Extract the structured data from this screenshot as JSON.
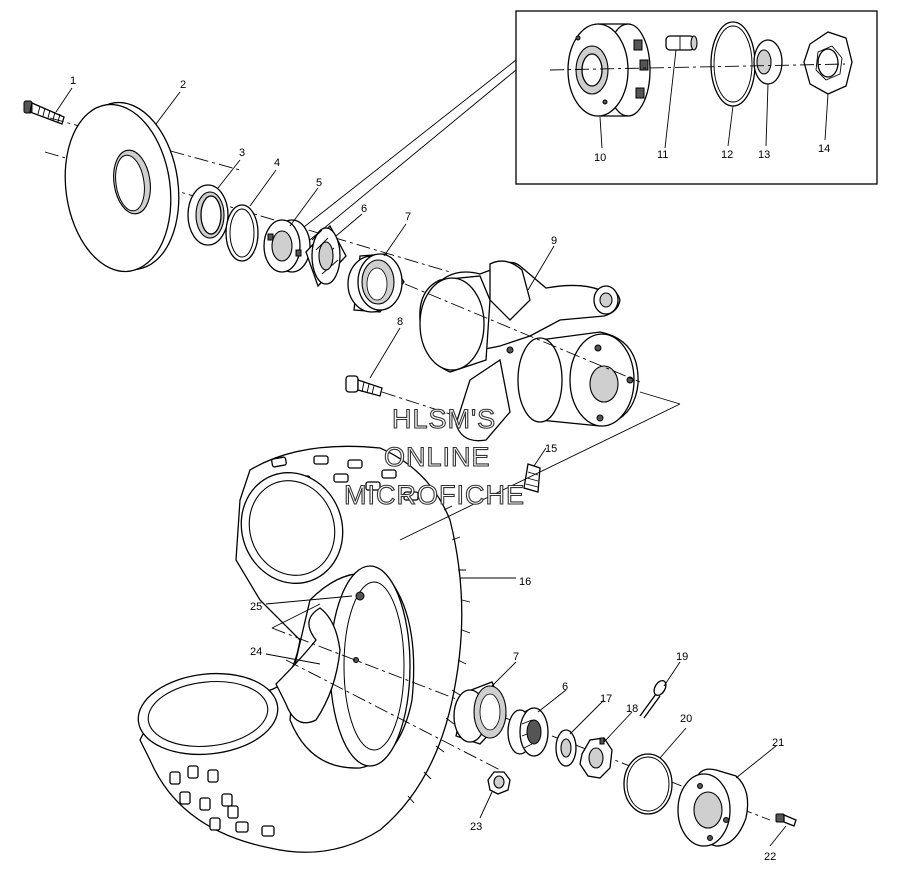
{
  "watermark": {
    "line1": "HLSM'S",
    "line2": "ONLINE",
    "line3": "MICROFICHE"
  },
  "callouts": {
    "c1": "1",
    "c2": "2",
    "c3": "3",
    "c4": "4",
    "c5": "5",
    "c6a": "6",
    "c7a": "7",
    "c8": "8",
    "c9": "9",
    "c10": "10",
    "c11": "11",
    "c12": "12",
    "c13": "13",
    "c14": "14",
    "c15": "15",
    "c16": "16",
    "c6b": "6",
    "c7b": "7",
    "c17": "17",
    "c18": "18",
    "c19": "19",
    "c20": "20",
    "c21": "21",
    "c22": "22",
    "c23": "23",
    "c24": "24",
    "c25": "25"
  }
}
